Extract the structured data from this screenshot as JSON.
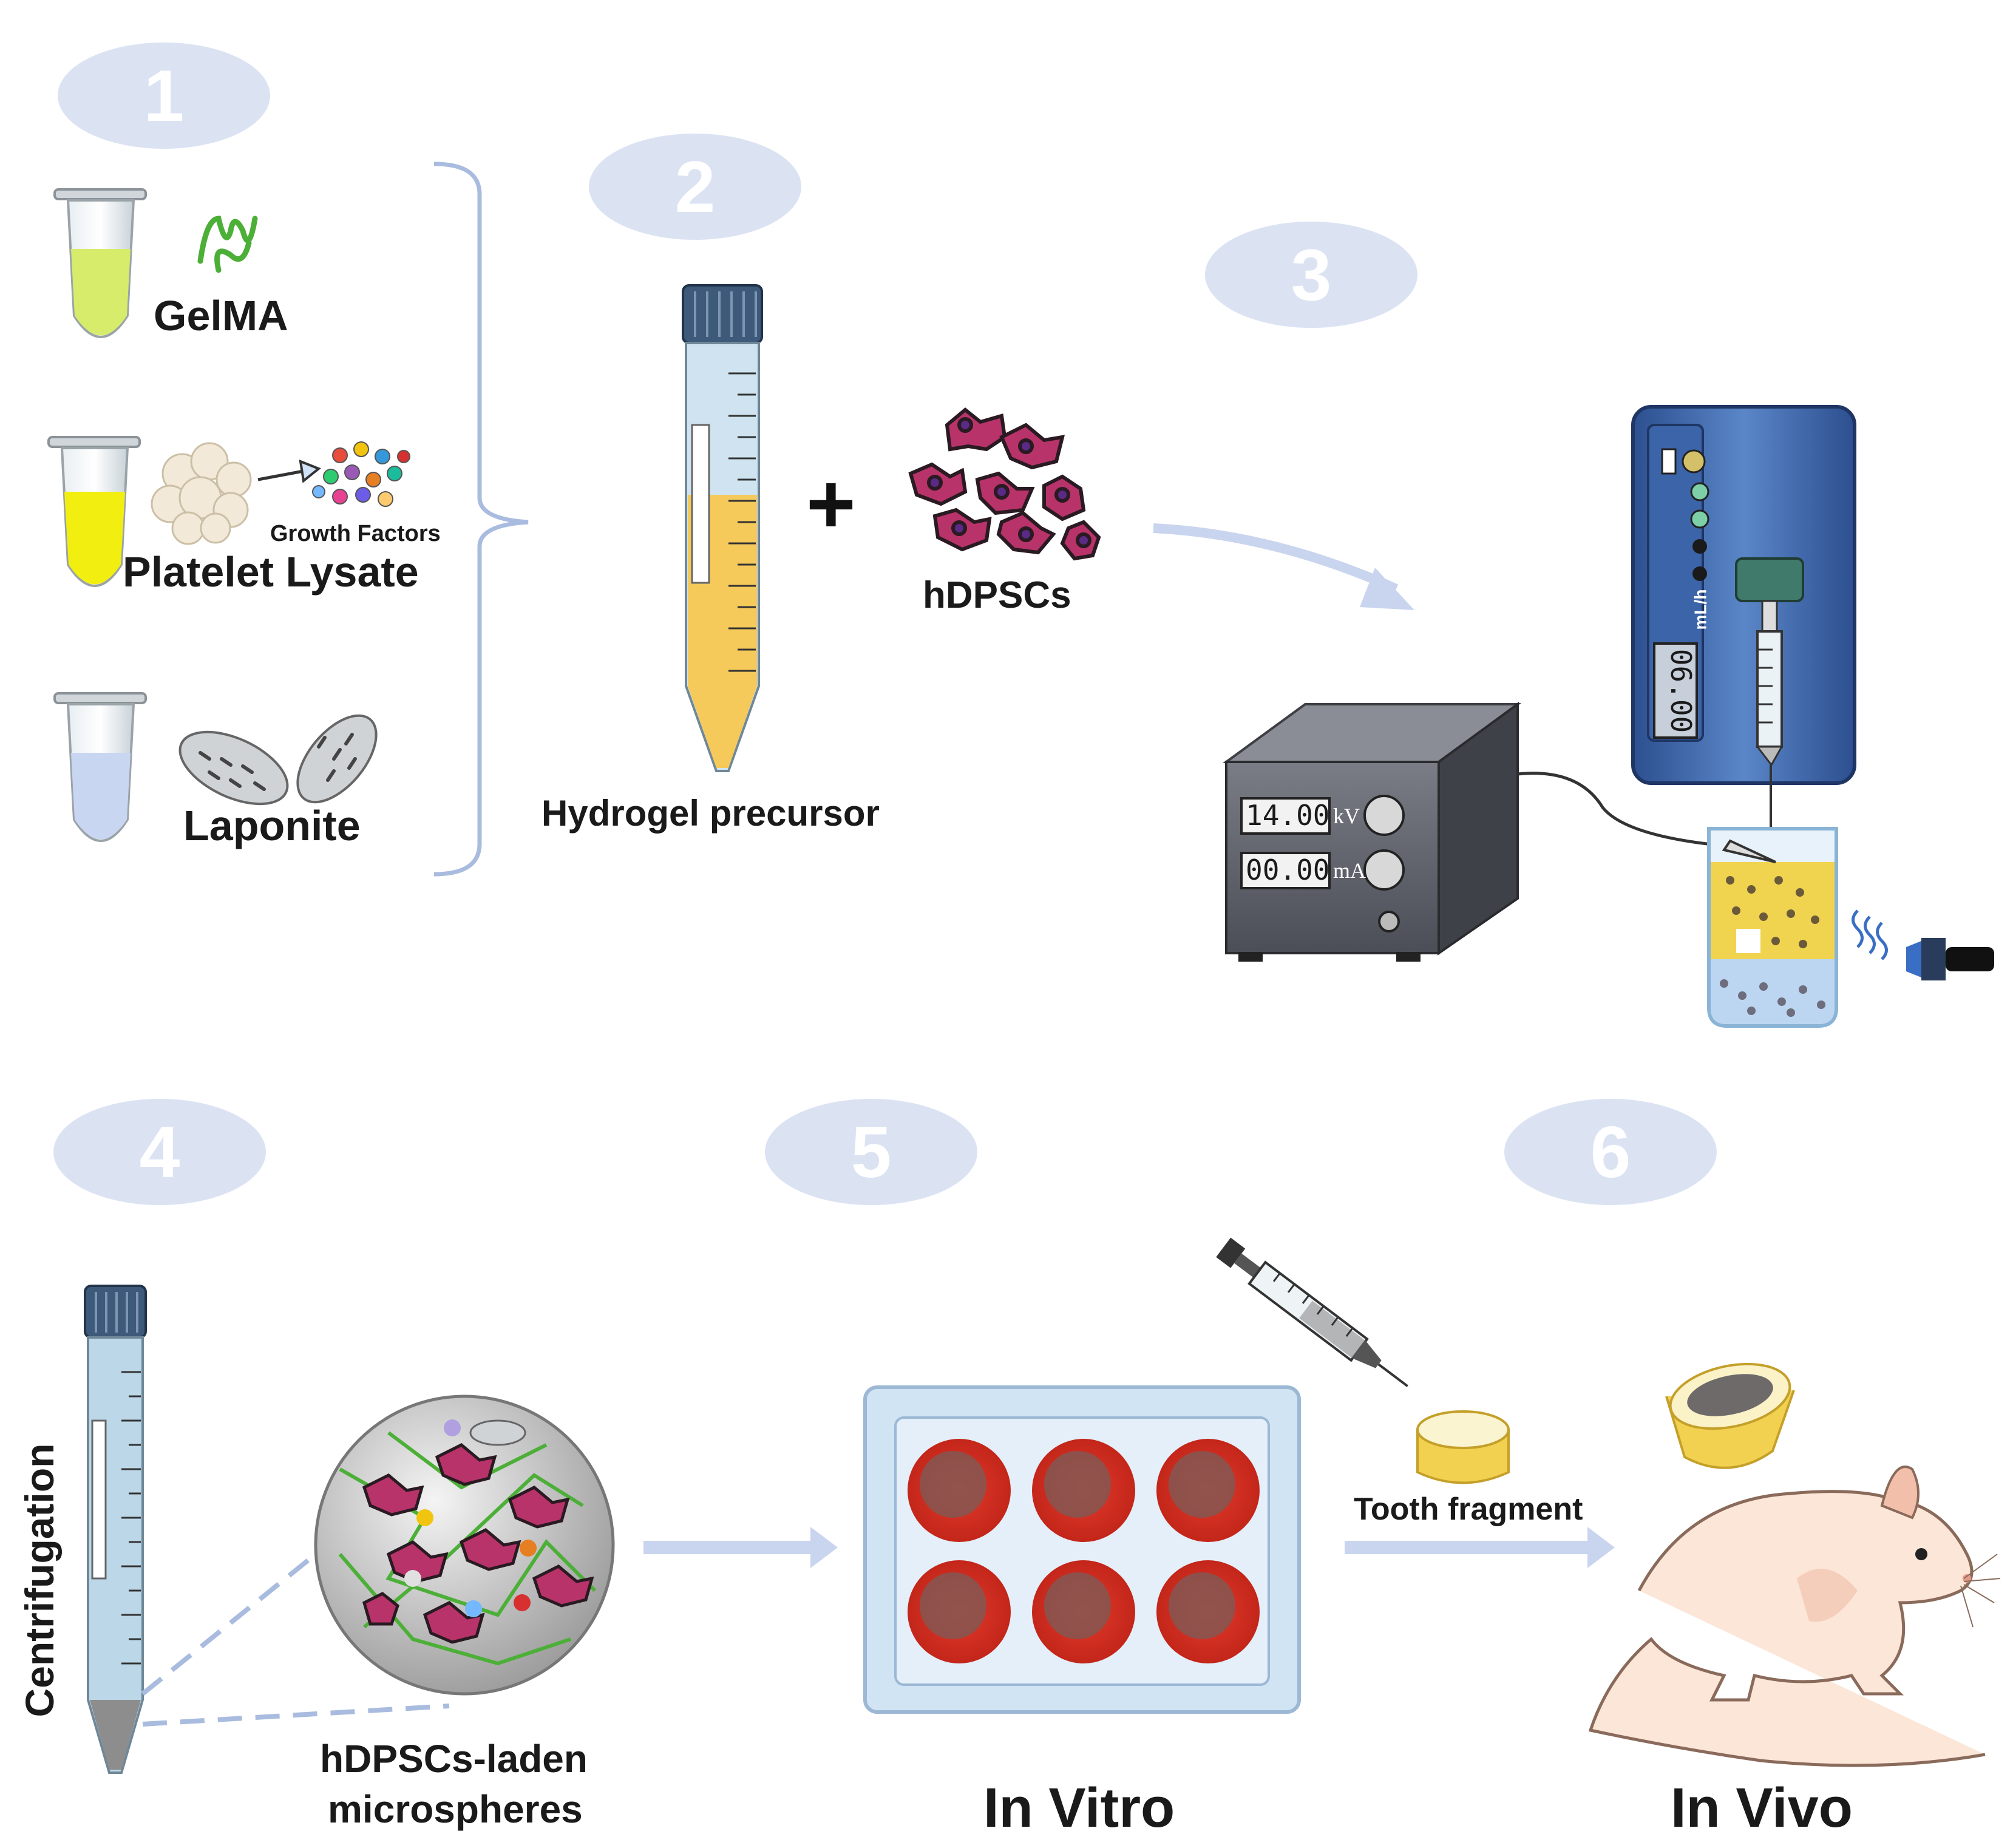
{
  "steps": [
    "1",
    "2",
    "3",
    "4",
    "5",
    "6"
  ],
  "labels": {
    "gelma": "GelMA",
    "growth_factors": "Growth Factors",
    "platelet_lysate": "Platelet Lysate",
    "laponite": "Laponite",
    "hydrogel_precursor": "Hydrogel precursor",
    "plus": "+",
    "hdpscs": "hDPSCs",
    "centrifugation": "Centrifugation",
    "microspheres_line1": "hDPSCs-laden",
    "microspheres_line2": "microspheres",
    "tooth_fragment": "Tooth fragment",
    "in_vitro": "In Vitro",
    "in_vivo": "In Vivo"
  },
  "device": {
    "voltage_value": "14.00",
    "voltage_unit": "kV",
    "current_value": "00.00",
    "current_unit": "mA",
    "pump_rate": "06.00",
    "pump_unit": "mL/h"
  },
  "colors": {
    "step_bubble": "#dbe3f3",
    "arrow": "#c9d5ee",
    "gelma_fill": "#d6ec6a",
    "platelet_fill": "#f2ee10",
    "laponite_fill": "#c9d6f2",
    "tube_liquid": "#f5c95a",
    "tube_blue": "#bcd8e8",
    "cell": "#b8336a",
    "well_red": "#e8352a"
  }
}
